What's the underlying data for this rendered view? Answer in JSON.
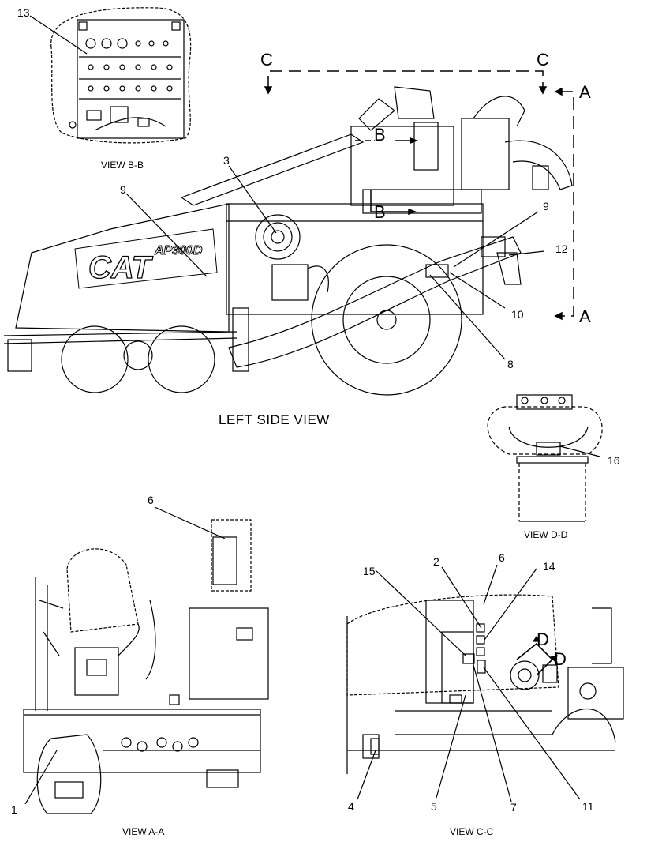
{
  "views": {
    "left_side": "LEFT SIDE VIEW",
    "bb": "VIEW B-B",
    "dd": "VIEW D-D",
    "aa": "VIEW  A-A",
    "cc": "VIEW C-C"
  },
  "section_marks": {
    "c_left": "C",
    "c_right": "C",
    "a_top": "A",
    "a_bottom": "A",
    "b_top": "B",
    "b_bottom": "B",
    "d_top": "D",
    "d_bottom": "D"
  },
  "machine": {
    "brand": "CAT",
    "model": "AP300D"
  },
  "callouts": [
    "1",
    "2",
    "3",
    "4",
    "5",
    "6",
    "6",
    "7",
    "8",
    "9",
    "9",
    "10",
    "11",
    "12",
    "13",
    "14",
    "15",
    "16"
  ]
}
